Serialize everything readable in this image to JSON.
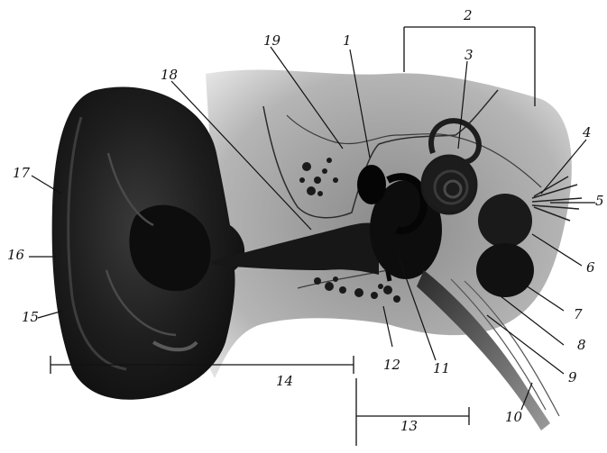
{
  "labels": {
    "l1": "1",
    "l2": "2",
    "l3": "3",
    "l4": "4",
    "l5": "5",
    "l6": "6",
    "l7": "7",
    "l8": "8",
    "l9": "9",
    "l10": "10",
    "l11": "11",
    "l12": "12",
    "l13": "13",
    "l14": "14",
    "l15": "15",
    "l16": "16",
    "l17": "17",
    "l18": "18",
    "l19": "19"
  },
  "colors": {
    "ink": "#111111",
    "shade_dark": "#151515",
    "shade_mid": "#6e6e6e",
    "shade_light": "#c9c9c9",
    "paper": "#ffffff"
  }
}
